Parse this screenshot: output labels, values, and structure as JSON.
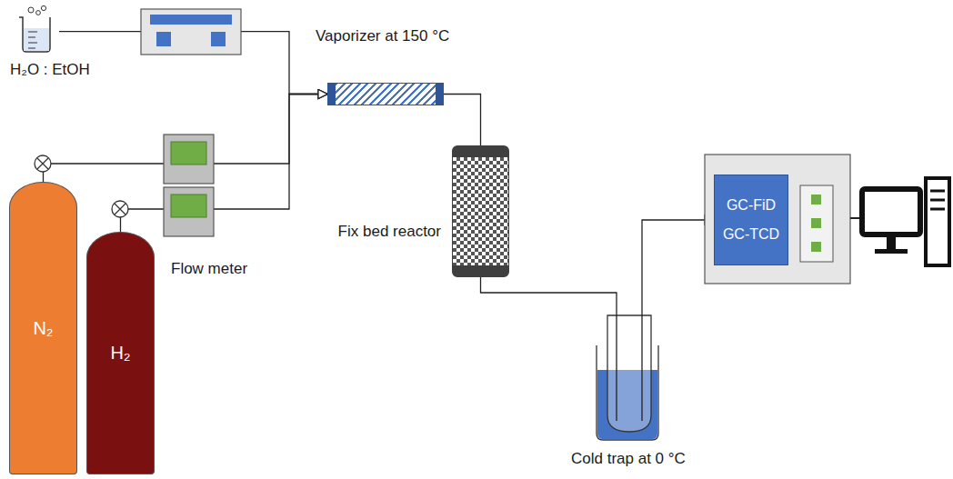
{
  "diagram": {
    "nodes": [
      {
        "text": [
          "H₂O : EtOH"
        ]
      },
      {
        "text": [
          "N₂"
        ]
      },
      {
        "text": [
          "H₂"
        ]
      },
      {
        "text": [
          "Vaporizer at 150 °C"
        ]
      },
      {
        "text": [
          "Fix bed reactor"
        ]
      },
      {
        "text": [
          "Cold trap at 0 °C"
        ]
      },
      {
        "text": [
          "GC-FiD",
          "GC-TCD"
        ]
      }
    ],
    "edges": [
      {
        "from": 0,
        "to": 3,
        "arrow": "to"
      },
      {
        "from": 1,
        "to": 3,
        "arrow": "to"
      },
      {
        "from": 2,
        "to": 3,
        "arrow": "to"
      },
      {
        "from": 3,
        "to": 4,
        "arrow": "none"
      },
      {
        "from": 4,
        "to": 5,
        "arrow": "none"
      },
      {
        "from": 5,
        "to": 6,
        "arrow": "to"
      }
    ],
    "labels": [
      "Flow meter"
    ]
  }
}
